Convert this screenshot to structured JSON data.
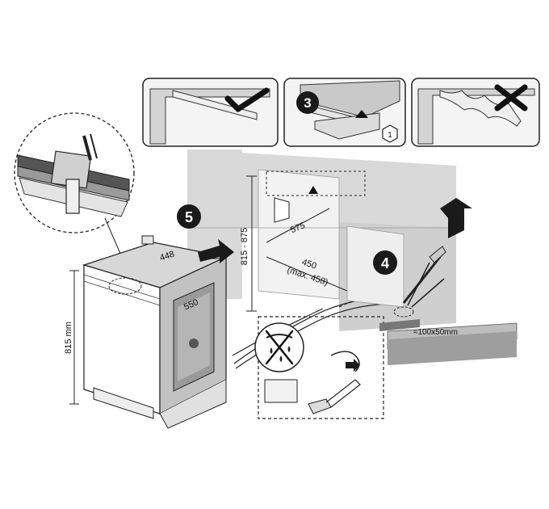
{
  "steps": {
    "step3": "3",
    "step4": "4",
    "step5": "5",
    "hex_mark": "1"
  },
  "dimensions": {
    "appliance_height": "815 mm",
    "width_top": "448",
    "depth": "550",
    "niche_height": "815 - 875",
    "niche_depth": "575",
    "niche_width": "450",
    "niche_width_max": "(max. 458)",
    "cutout": "≈100x50mm"
  },
  "colors": {
    "wall_gray": "#d9d9d9",
    "panel_gray": "#c7c7c7",
    "appliance_side": "#bdbdbd",
    "badge_black": "#1a1a1a",
    "line": "#222222"
  },
  "icons": [
    "check-mark-icon",
    "cross-mark-icon",
    "no-water-drip-icon",
    "arrow-up-icon",
    "arrow-right-icon"
  ]
}
